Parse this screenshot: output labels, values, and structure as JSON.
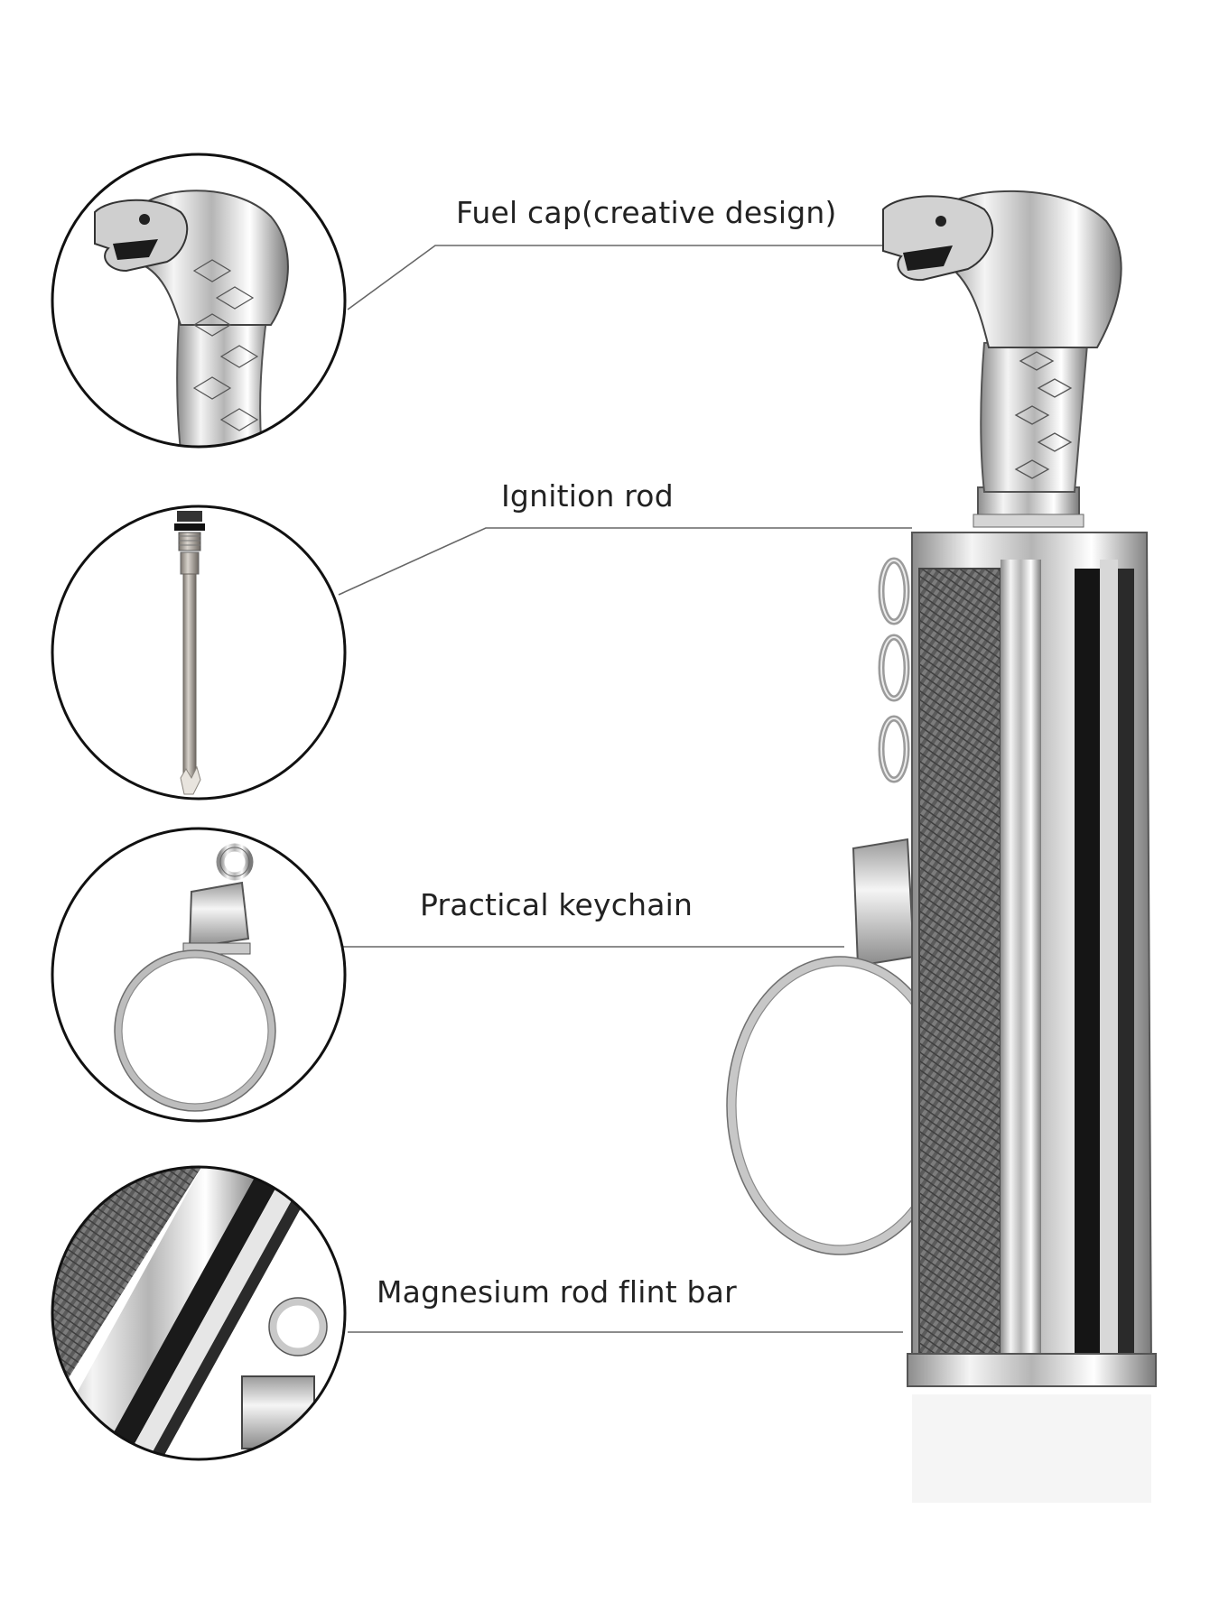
{
  "callouts": {
    "fuel_cap": "Fuel cap(creative design)",
    "ignition_rod": "Ignition rod",
    "keychain": "Practical keychain",
    "magnesium": "Magnesium rod flint bar"
  },
  "icons": {
    "detail_1": "cobra-head-icon",
    "detail_2": "ignition-rod-icon",
    "detail_3": "keyring-icon",
    "detail_4": "flint-bar-closeup-icon",
    "product": "cobra-lighter-icon"
  },
  "colors": {
    "background": "#ffffff",
    "chrome": "#d9d9d9",
    "dark": "#1a1a1a",
    "textile": "#5a5a5a",
    "leader": "#666666"
  }
}
